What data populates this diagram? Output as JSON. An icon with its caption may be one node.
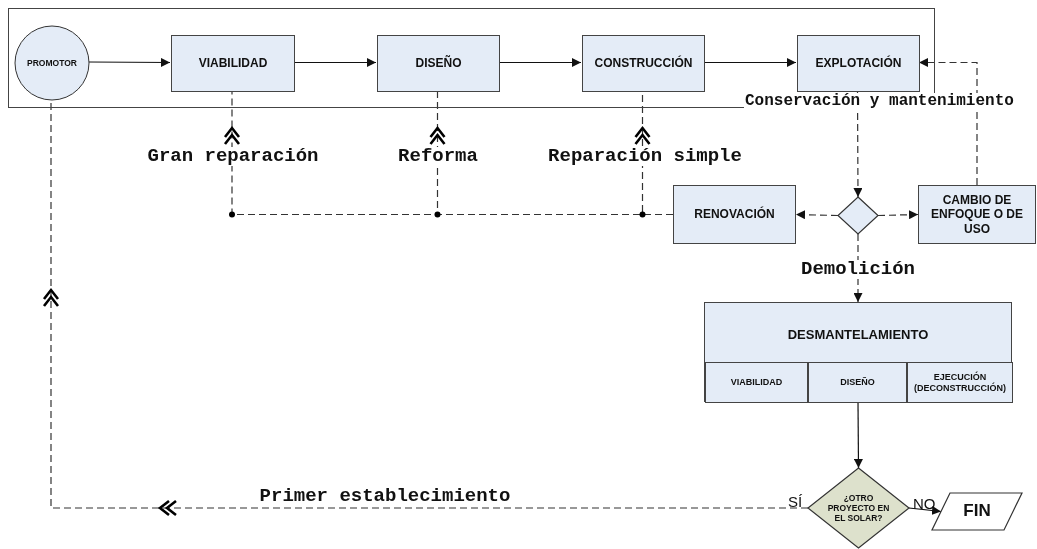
{
  "diagram": {
    "nodes": [
      {
        "text": [],
        "shape": "box"
      },
      {
        "text": [
          "PROMOTOR"
        ],
        "in": 0
      },
      {
        "text": [
          "VIABILIDAD"
        ],
        "in": 0
      },
      {
        "text": [
          "DISEÑO"
        ],
        "in": 0
      },
      {
        "text": [
          "CONSTRUCCIÓN"
        ],
        "in": 0
      },
      {
        "text": [
          "EXPLOTACIÓN"
        ],
        "in": 0
      },
      {
        "text": [
          "RENOVACIÓN"
        ]
      },
      {
        "text": [],
        "shape": "diamond"
      },
      {
        "text": [
          "CAMBIO DE ENFOQUE O DE USO"
        ]
      },
      {
        "text": [
          "DESMANTELAMIENTO"
        ]
      },
      {
        "text": [
          "VIABILIDAD"
        ],
        "in": 9
      },
      {
        "text": [
          "DISEÑO"
        ],
        "in": 9
      },
      {
        "text": [
          "EJECUCIÓN (DECONSTRUCCIÓN)"
        ],
        "in": 9
      },
      {
        "text": [
          "¿OTRO PROYECTO EN EL SOLAR?"
        ]
      },
      {
        "text": [
          "FIN"
        ]
      }
    ],
    "edges": [
      {
        "from": 1,
        "to": 2,
        "arrow": "to"
      },
      {
        "from": 2,
        "to": 3,
        "arrow": "to"
      },
      {
        "from": 3,
        "to": 4,
        "arrow": "to"
      },
      {
        "from": 4,
        "to": 5,
        "arrow": "to"
      },
      {
        "from": 5,
        "to": 7,
        "arrow": "to",
        "style": "dashed"
      },
      {
        "from": 7,
        "to": 6,
        "arrow": "to",
        "style": "dashed"
      },
      {
        "from": 7,
        "to": 8,
        "arrow": "to",
        "style": "dashed"
      },
      {
        "from": 8,
        "to": 5,
        "arrow": "to",
        "style": "dashed"
      },
      {
        "from": 6,
        "to": 2,
        "arrow": "to",
        "style": "dashed",
        "label": "Gran reparación"
      },
      {
        "from": 6,
        "to": 3,
        "arrow": "to",
        "style": "dashed",
        "label": "Reforma"
      },
      {
        "from": 6,
        "to": 4,
        "arrow": "to",
        "style": "dashed",
        "label": "Reparación simple"
      },
      {
        "from": 7,
        "to": 9,
        "arrow": "to",
        "style": "dashed",
        "label": "Demolición"
      },
      {
        "from": 9,
        "to": 13,
        "arrow": "to"
      },
      {
        "from": 13,
        "to": 1,
        "arrow": "to",
        "style": "dashed",
        "label": "Primer establecimiento"
      },
      {
        "from": 13,
        "to": 14,
        "arrow": "to"
      }
    ],
    "labels": [
      "Conservación y mantenimiento",
      "SÍ",
      "NO"
    ]
  }
}
